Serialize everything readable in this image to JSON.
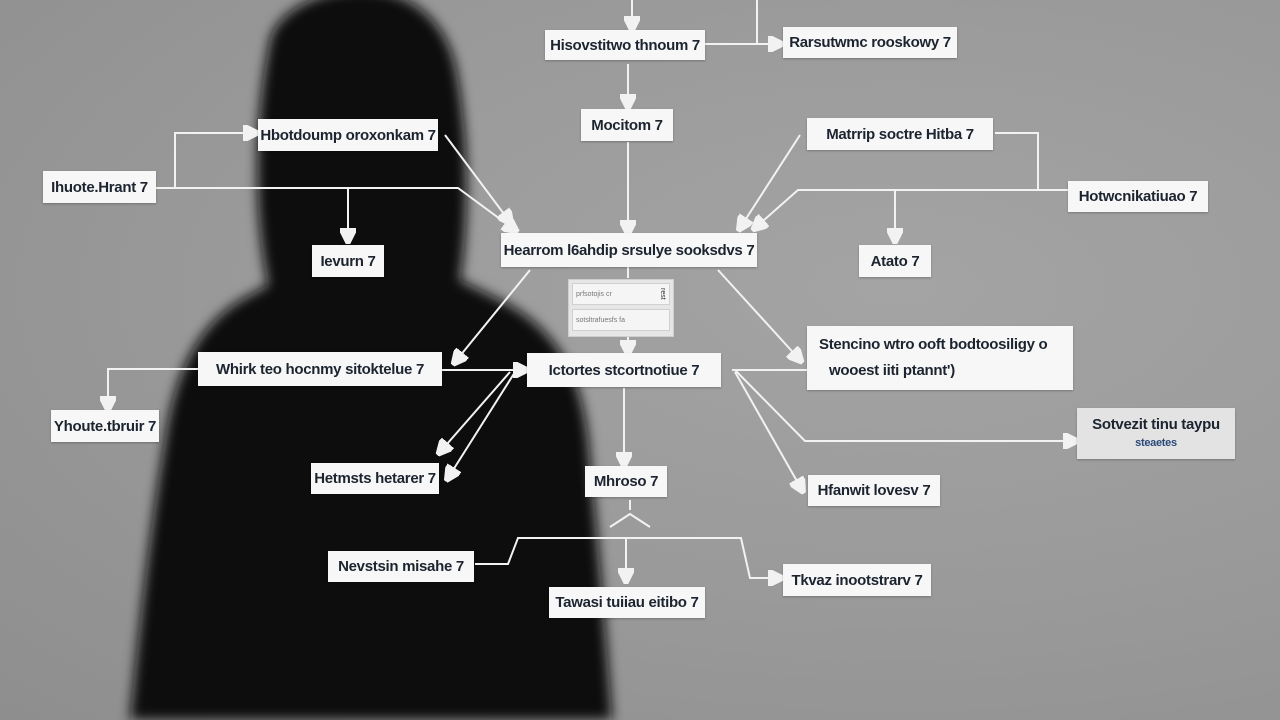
{
  "diagram": {
    "type": "flowchart",
    "background_color": "#9b9b9b",
    "node_color": "#f7f7f7",
    "text_color": "#1c2430",
    "connector_color": "#f2f2f2",
    "silhouette_color": "#0d0d0d",
    "nodes": {
      "top_left": "Hisovstitwo thnoum 7",
      "top_right": "Rarsutwmc rooskowy 7",
      "mid_top": "Mocitom 7",
      "left_upper": "Hbotdoump oroxonkam 7",
      "far_left_upper": "Ihuote.Hrant 7",
      "left_small": "Ievurn 7",
      "center": "Hearrom l6ahdip srsulye sooksdvs 7",
      "right_upper": "Matrrip soctre Hitba 7",
      "far_right_upper": "Hotwcnikatiuao 7",
      "right_small": "Atato 7",
      "left_mid": "Whirk teo hocnmy sitoktelue 7",
      "far_left_mid": "Yhoute.tbruir 7",
      "center_mid": "Ictortes stcortnotiue 7",
      "right_multi_line1": "Stencino wtro ooft bodtoosiligy o",
      "right_multi_line2": "wooest iiti ptannt')",
      "far_right_mid_line1": "Sotvezit tinu taypu",
      "far_right_mid_line2": "steaetes",
      "left_lower": "Hetmsts hetarer 7",
      "center_lower": "Mhroso 7",
      "right_lower": "Hfanwit lovesv 7",
      "bottom_left": "Nevstsin misahe 7",
      "bottom_center": "Tawasi tuiiau eitibo 7",
      "bottom_right": "Tkvaz inootstrarv 7"
    },
    "widget": {
      "row1": "prfsotojis cr",
      "row1_tag": "rest",
      "row2": "sotsltrafuesfs fa"
    }
  }
}
